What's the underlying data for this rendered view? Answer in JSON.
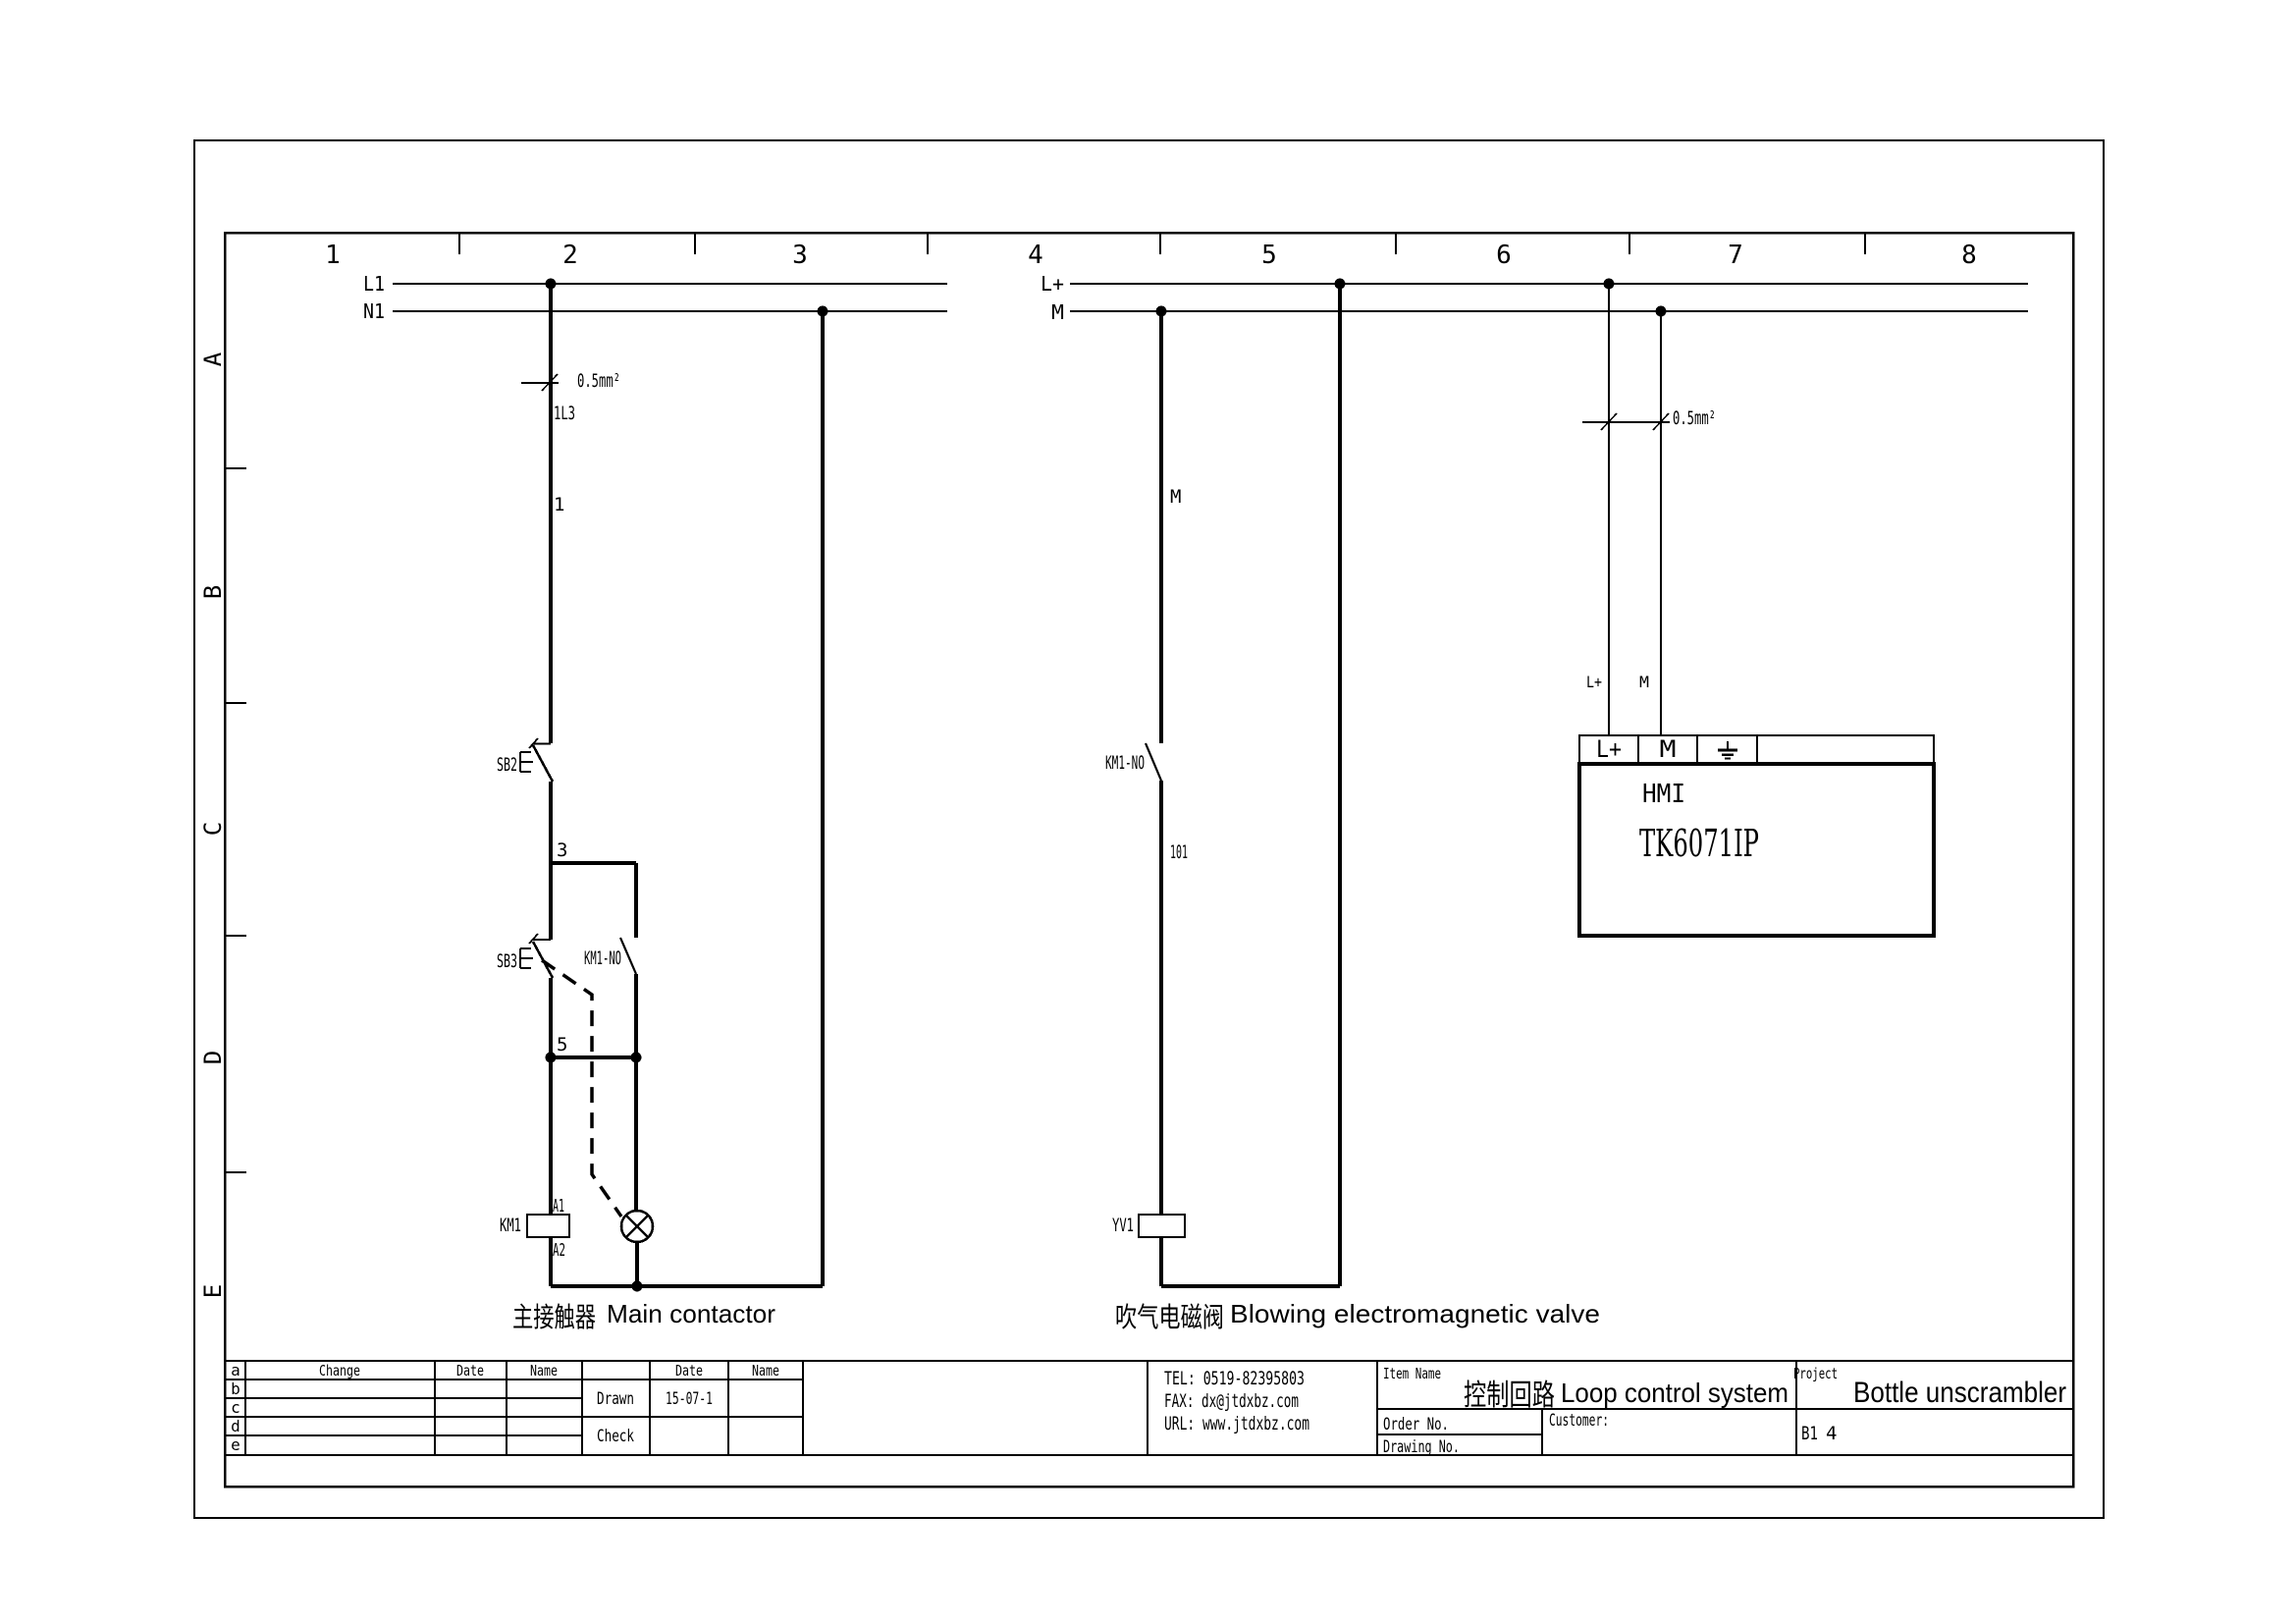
{
  "drawing": {
    "columns": [
      "1",
      "2",
      "3",
      "4",
      "5",
      "6",
      "7",
      "8"
    ],
    "rows": [
      "A",
      "B",
      "C",
      "D",
      "E"
    ],
    "rev_rows": [
      "a",
      "b",
      "c",
      "d",
      "e"
    ]
  },
  "left": {
    "l1": "L1",
    "n1": "N1",
    "gauge": "0.5mm²",
    "w113": "1L3",
    "w1": "1",
    "w3": "3",
    "w5": "5",
    "sb2": "SB2",
    "sb3": "SB3",
    "km1no": "KM1-NO",
    "km1": "KM1",
    "a1": "A1",
    "a2": "A2",
    "caption_cn": "主接触器",
    "caption_en": "Main contactor"
  },
  "right": {
    "lplus": "L+",
    "m": "M",
    "wm": "M",
    "km1no": "KM1-NO",
    "w101": "101",
    "yv1": "YV1",
    "gauge": "0.5mm²",
    "hmi_lplus": "L+",
    "hmi_m": "M",
    "caption_cn": "吹气电磁阀",
    "caption_en": "Blowing electromagnetic valve"
  },
  "hmi": {
    "t_lplus": "L+",
    "t_m": "M",
    "name": "HMI",
    "model": "TK6071IP"
  },
  "tb": {
    "change": "Change",
    "date": "Date",
    "name": "Name",
    "date2": "Date",
    "name2": "Name",
    "drawn": "Drawn",
    "drawn_date": "15-07-1",
    "check": "Check",
    "tel": "TEL: 0519-82395803",
    "fax": "FAX: dx@jtdxbz.com",
    "url": "URL: www.jtdxbz.com",
    "item_label": "Item Name",
    "item_cn": "控制回路",
    "item_en": "Loop control system",
    "order": "Order No.",
    "drawing_no": "Drawing No.",
    "customer": "Customer:",
    "project_label": "Project",
    "project": "Bottle unscrambler",
    "code": "B1",
    "sheet": "4"
  }
}
